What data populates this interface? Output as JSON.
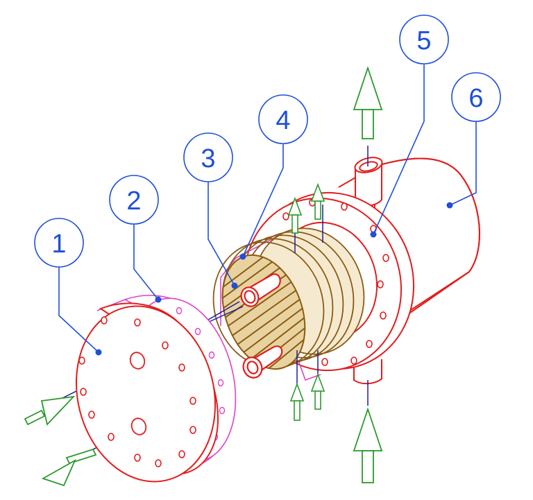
{
  "callouts": [
    {
      "id": "1",
      "label": "1"
    },
    {
      "id": "2",
      "label": "2"
    },
    {
      "id": "3",
      "label": "3"
    },
    {
      "id": "4",
      "label": "4"
    },
    {
      "id": "5",
      "label": "5"
    },
    {
      "id": "6",
      "label": "6"
    }
  ],
  "colors": {
    "shell_outline": "#e31b1b",
    "gasket_outline": "#e040c8",
    "tube_bundle": "#8a5a12",
    "tube_fill": "#e8d3a0",
    "flow_arrow": "#2a9a2a",
    "leader": "#1f4fd8",
    "tie_rod": "#1c1c9c"
  },
  "icons": [
    "flow-inlet-arrow",
    "flow-outlet-arrow"
  ]
}
